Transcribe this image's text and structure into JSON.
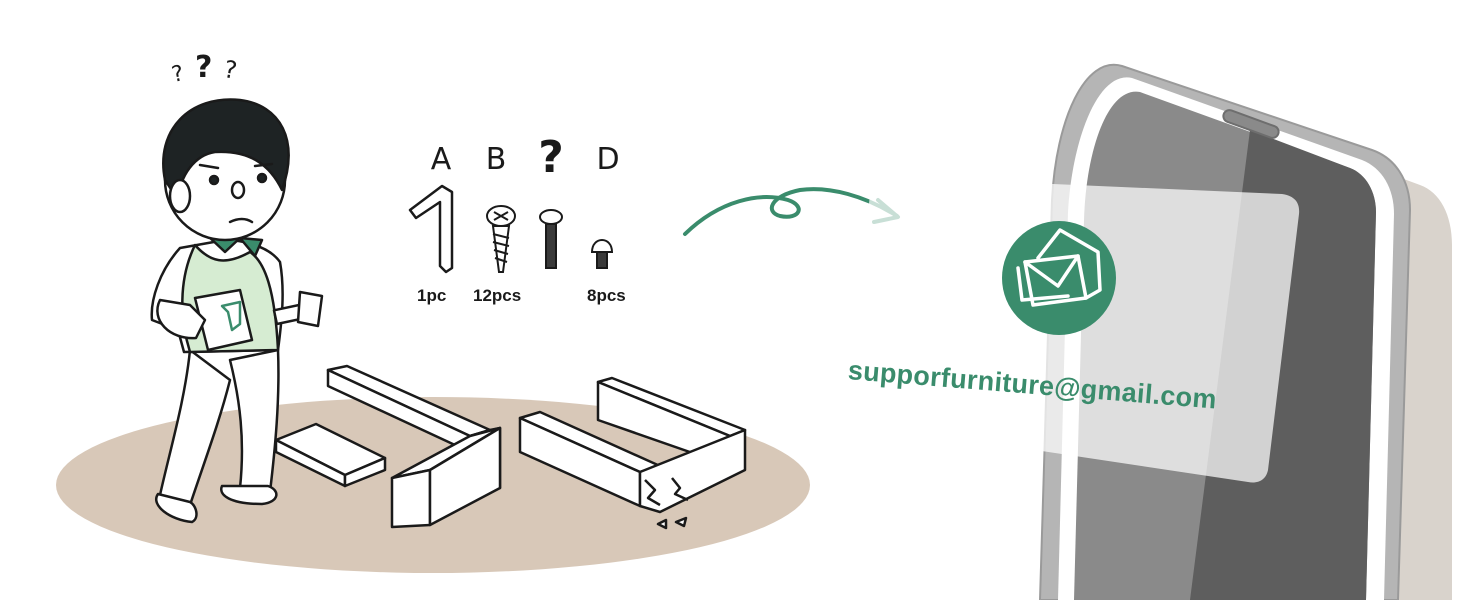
{
  "thought_marks": [
    "?",
    "?",
    "?"
  ],
  "parts": [
    {
      "letter": "A",
      "qty": "1pc",
      "icon": "allen-key-icon"
    },
    {
      "letter": "B",
      "qty": "12pcs",
      "icon": "wood-screw-icon"
    },
    {
      "letter": "?",
      "qty": "",
      "icon": "machine-bolt-icon"
    },
    {
      "letter": "D",
      "qty": "8pcs",
      "icon": "cap-nut-icon"
    }
  ],
  "contact": {
    "email": "supporfurniture@gmail.com",
    "icon": "envelope-icon"
  },
  "colors": {
    "accent": "#3a8c6c",
    "floor": "#d8c8b8",
    "phone_body": "#8a8a8a",
    "phone_screen": "#5e5e5e",
    "shirt": "#d6ecd2"
  }
}
